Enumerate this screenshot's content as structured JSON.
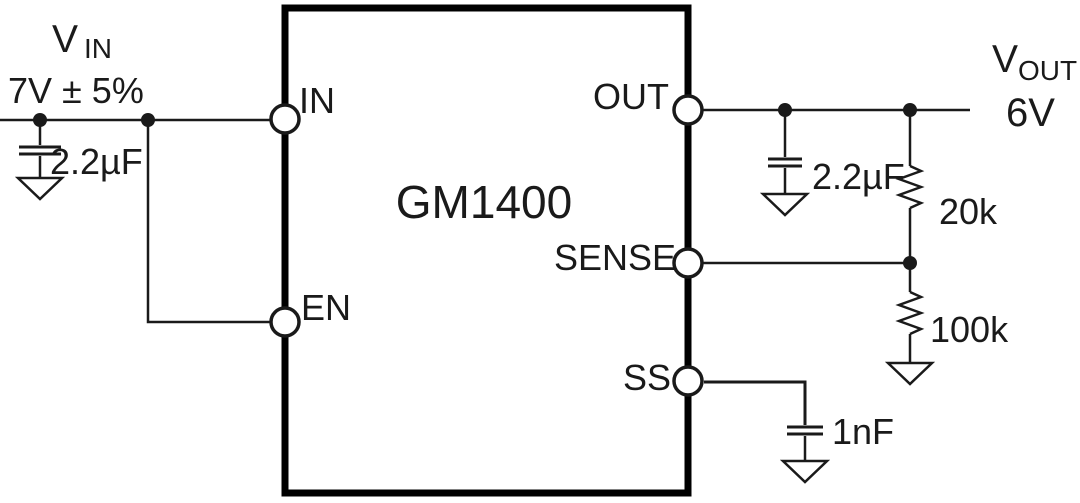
{
  "ic": {
    "name": "GM1400"
  },
  "pins": {
    "in": "IN",
    "en": "EN",
    "out": "OUT",
    "sense": "SENSE",
    "ss": "SS"
  },
  "input_rail": {
    "symbol": "V",
    "subscript": "IN",
    "value": "7V ± 5%"
  },
  "input_cap": {
    "value": "2.2µF"
  },
  "output_rail": {
    "symbol": "V",
    "subscript": "OUT",
    "value": "6V"
  },
  "output_cap": {
    "value": "2.2µF"
  },
  "feedback_divider": {
    "r_top": "20k",
    "r_bottom": "100k"
  },
  "soft_start_cap": {
    "value": "1nF"
  },
  "colors": {
    "line": "#1a1a1a",
    "ic_border": "#000000",
    "background": "#ffffff"
  }
}
